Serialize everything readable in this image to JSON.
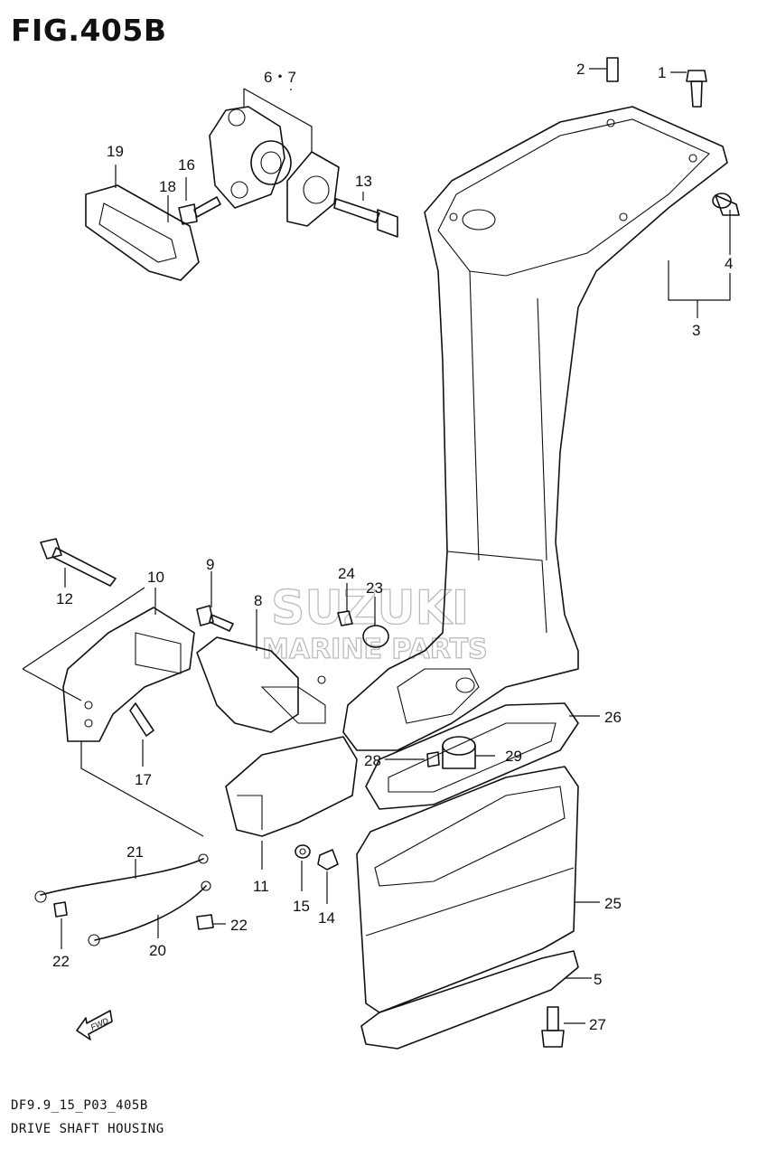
{
  "figure": {
    "title": "FIG.405B",
    "code": "DF9.9_15_P03_405B",
    "name": "DRIVE SHAFT HOUSING"
  },
  "watermark": {
    "line1": "SUZUKI",
    "line2": "MARINE PARTS"
  },
  "fwd_label": "FWD",
  "callouts": {
    "c1": "1",
    "c2": "2",
    "c3": "3",
    "c4": "4",
    "c5": "5",
    "c67": "6・7",
    "c8": "8",
    "c9": "9",
    "c10": "10",
    "c11": "11",
    "c12": "12",
    "c13": "13",
    "c14": "14",
    "c15": "15",
    "c16": "16",
    "c17": "17",
    "c18": "18",
    "c19": "19",
    "c20": "20",
    "c21": "21",
    "c22a": "22",
    "c22b": "22",
    "c23": "23",
    "c24": "24",
    "c25": "25",
    "c26": "26",
    "c27": "27",
    "c28": "28",
    "c29": "29"
  },
  "colors": {
    "line": "#111111",
    "watermark": "#bbbbbb",
    "background": "#ffffff"
  }
}
